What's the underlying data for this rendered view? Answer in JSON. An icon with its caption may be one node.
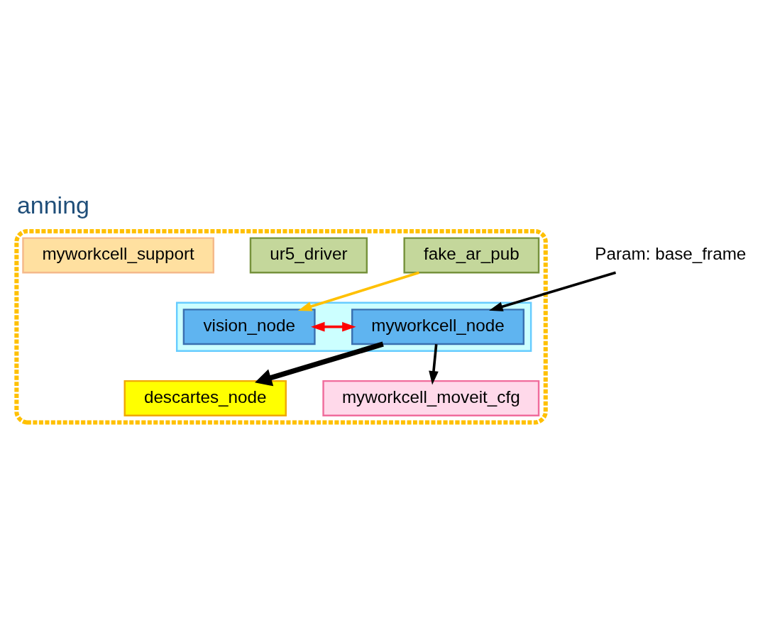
{
  "diagram": {
    "title": "anning",
    "nodes": [
      {
        "text": [],
        "shape": "box"
      },
      {
        "text": [
          "Param: base_frame"
        ]
      },
      {
        "text": [
          "fake_ar_pub"
        ],
        "in": 0
      },
      {
        "text": [],
        "shape": "box",
        "in": 0
      },
      {
        "text": [
          "vision_node"
        ],
        "in": 3
      },
      {
        "text": [
          "myworkcell_node"
        ],
        "in": 3
      },
      {
        "text": [
          "descartes_node"
        ],
        "in": 0
      },
      {
        "text": [
          "myworkcell_moveit_cfg"
        ],
        "in": 0
      },
      {
        "text": [
          "ur5_driver"
        ],
        "in": 0
      },
      {
        "text": [
          "myworkcell_support"
        ],
        "in": 0
      }
    ],
    "edges": [
      {
        "from": 1,
        "to": 5,
        "arrow": "to"
      },
      {
        "from": 2,
        "to": 4,
        "arrow": "to",
        "color": "#ffc000"
      },
      {
        "from": 4,
        "to": 5,
        "arrow": "both",
        "color": "#ff0000"
      },
      {
        "from": 5,
        "to": 6,
        "arrow": "to",
        "style": "thick"
      },
      {
        "from": 5,
        "to": 7,
        "arrow": "to"
      }
    ]
  }
}
